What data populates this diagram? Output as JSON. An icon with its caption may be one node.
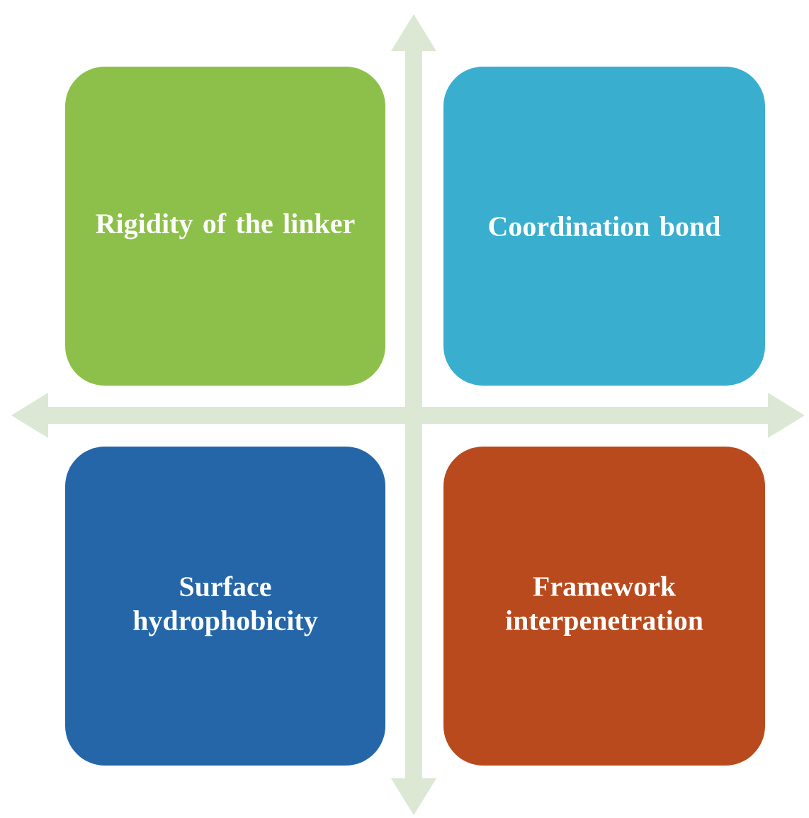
{
  "diagram": {
    "nodes": [
      {
        "text": [
          "Rigidity of the linker"
        ]
      },
      {
        "text": [
          "Coordination bond"
        ]
      },
      {
        "text": [
          "Surface hydrophobicity"
        ]
      },
      {
        "text": [
          "Framework interpenetration"
        ]
      }
    ]
  }
}
